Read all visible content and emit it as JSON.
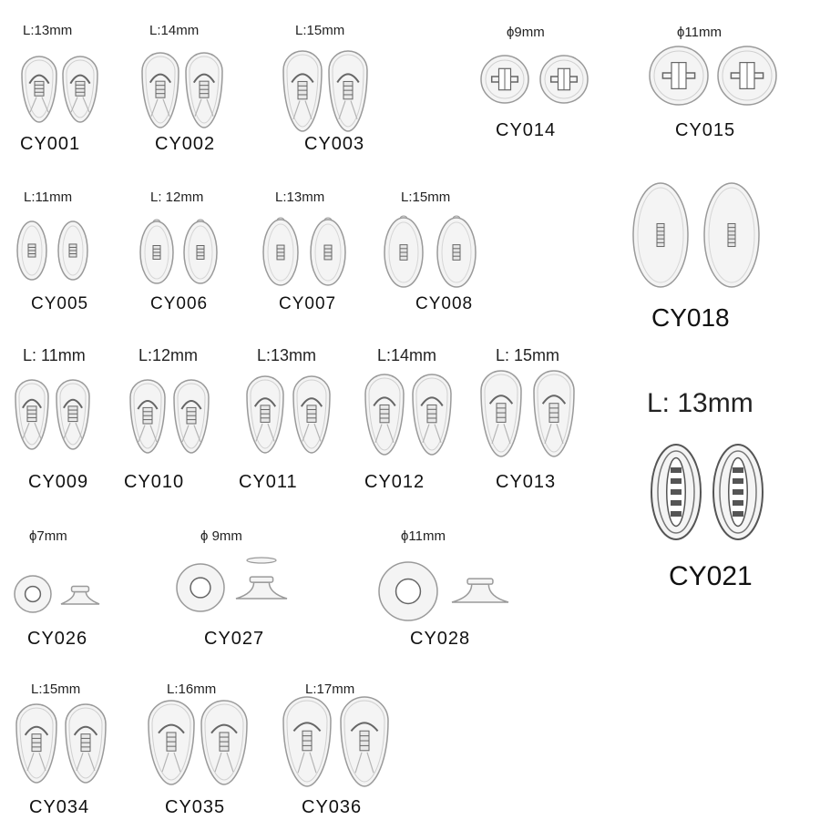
{
  "items": [
    {
      "code": "CY001",
      "dim": "L:13mm",
      "kind": "teardrop"
    },
    {
      "code": "CY002",
      "dim": "L:14mm",
      "kind": "teardrop"
    },
    {
      "code": "CY003",
      "dim": "L:15mm",
      "kind": "teardrop"
    },
    {
      "code": "CY014",
      "dim": "ϕ9mm",
      "kind": "round"
    },
    {
      "code": "CY015",
      "dim": "ϕ11mm",
      "kind": "round"
    },
    {
      "code": "CY005",
      "dim": "L:11mm",
      "kind": "oval"
    },
    {
      "code": "CY006",
      "dim": "L: 12mm",
      "kind": "oval"
    },
    {
      "code": "CY007",
      "dim": "L:13mm",
      "kind": "oval"
    },
    {
      "code": "CY008",
      "dim": "L:15mm",
      "kind": "oval"
    },
    {
      "code": "CY018",
      "dim": "",
      "kind": "oval-large"
    },
    {
      "code": "CY009",
      "dim": "L: 11mm",
      "kind": "dpad"
    },
    {
      "code": "CY010",
      "dim": "L:12mm",
      "kind": "dpad"
    },
    {
      "code": "CY011",
      "dim": "L:13mm",
      "kind": "dpad"
    },
    {
      "code": "CY012",
      "dim": "L:14mm",
      "kind": "dpad"
    },
    {
      "code": "CY013",
      "dim": "L: 15mm",
      "kind": "dpad"
    },
    {
      "code": "CY021",
      "dim": "L: 13mm",
      "kind": "slim-oval"
    },
    {
      "code": "CY026",
      "dim": "ϕ7mm",
      "kind": "screw"
    },
    {
      "code": "CY027",
      "dim": "ϕ 9mm",
      "kind": "screw"
    },
    {
      "code": "CY028",
      "dim": "ϕ11mm",
      "kind": "screw"
    },
    {
      "code": "CY034",
      "dim": "L:15mm",
      "kind": "teardrop-wide"
    },
    {
      "code": "CY035",
      "dim": "L:16mm",
      "kind": "teardrop-wide"
    },
    {
      "code": "CY036",
      "dim": "L:17mm",
      "kind": "teardrop-wide"
    }
  ]
}
